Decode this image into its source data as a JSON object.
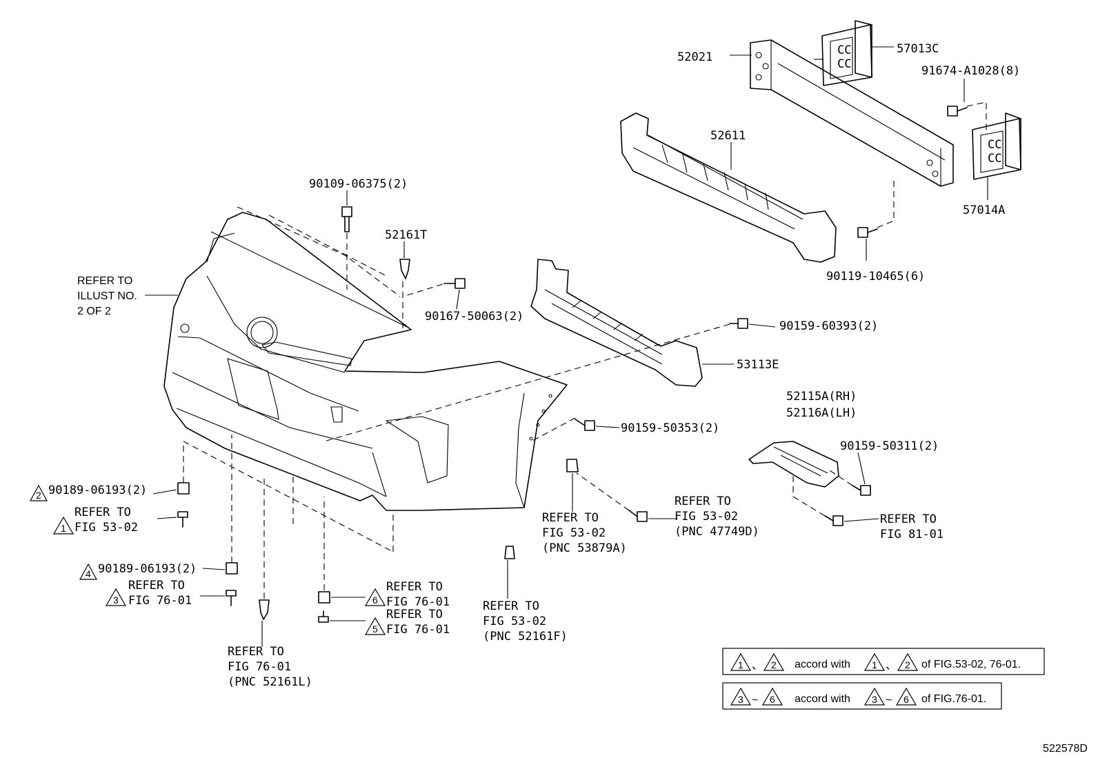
{
  "diagram_id": "522578D",
  "labels": {
    "p52021": "52021",
    "p57013C": "57013C",
    "p91674": "91674-A1028(8)",
    "p52611": "52611",
    "p57014A": "57014A",
    "p90119": "90119-10465(6)",
    "p90109": "90109-06375(2)",
    "p52161T": "52161T",
    "p90167": "90167-50063(2)",
    "p90159_60393": "90159-60393(2)",
    "p53113E": "53113E",
    "p52115A": "52115A(RH)",
    "p52116A": "52116A(LH)",
    "p90159_50353": "90159-50353(2)",
    "p90159_50311": "90159-50311(2)",
    "p90189_a": "90189-06193(2)",
    "p90189_b": "90189-06193(2)"
  },
  "refer_to": {
    "illust": [
      "REFER TO",
      "ILLUST NO.",
      "2 OF 2"
    ],
    "ref1": [
      "REFER TO",
      "FIG 53-02"
    ],
    "ref3": [
      "REFER TO",
      "FIG 76-01"
    ],
    "ref6": [
      "REFER TO",
      "FIG 76-01"
    ],
    "ref5": [
      "REFER TO",
      "FIG 76-01"
    ],
    "ref_52161L": [
      "REFER TO",
      "FIG 76-01",
      "(PNC 52161L)"
    ],
    "ref_52161F": [
      "REFER TO",
      "FIG 53-02",
      "(PNC 52161F)"
    ],
    "ref_53879A": [
      "REFER TO",
      "FIG 53-02",
      "(PNC 53879A)"
    ],
    "ref_47749D": [
      "REFER TO",
      "FIG 53-02",
      "(PNC 47749D)"
    ],
    "ref_81_01": [
      "REFER TO",
      "FIG 81-01"
    ]
  },
  "triangle_marks": {
    "t1": "1",
    "t2": "2",
    "t3": "3",
    "t4": "4",
    "t5": "5",
    "t6": "6"
  },
  "legend": {
    "row1": {
      "a": "1",
      "sep1": "、",
      "b": "2",
      "text": "accord with",
      "c": "1",
      "sep2": "、",
      "d": "2",
      "tail": "of FIG.53-02, 76-01."
    },
    "row2": {
      "a": "3",
      "sep1": "~",
      "b": "6",
      "text": "accord with",
      "c": "3",
      "sep2": "~",
      "d": "6",
      "tail": "of FIG.76-01."
    }
  }
}
